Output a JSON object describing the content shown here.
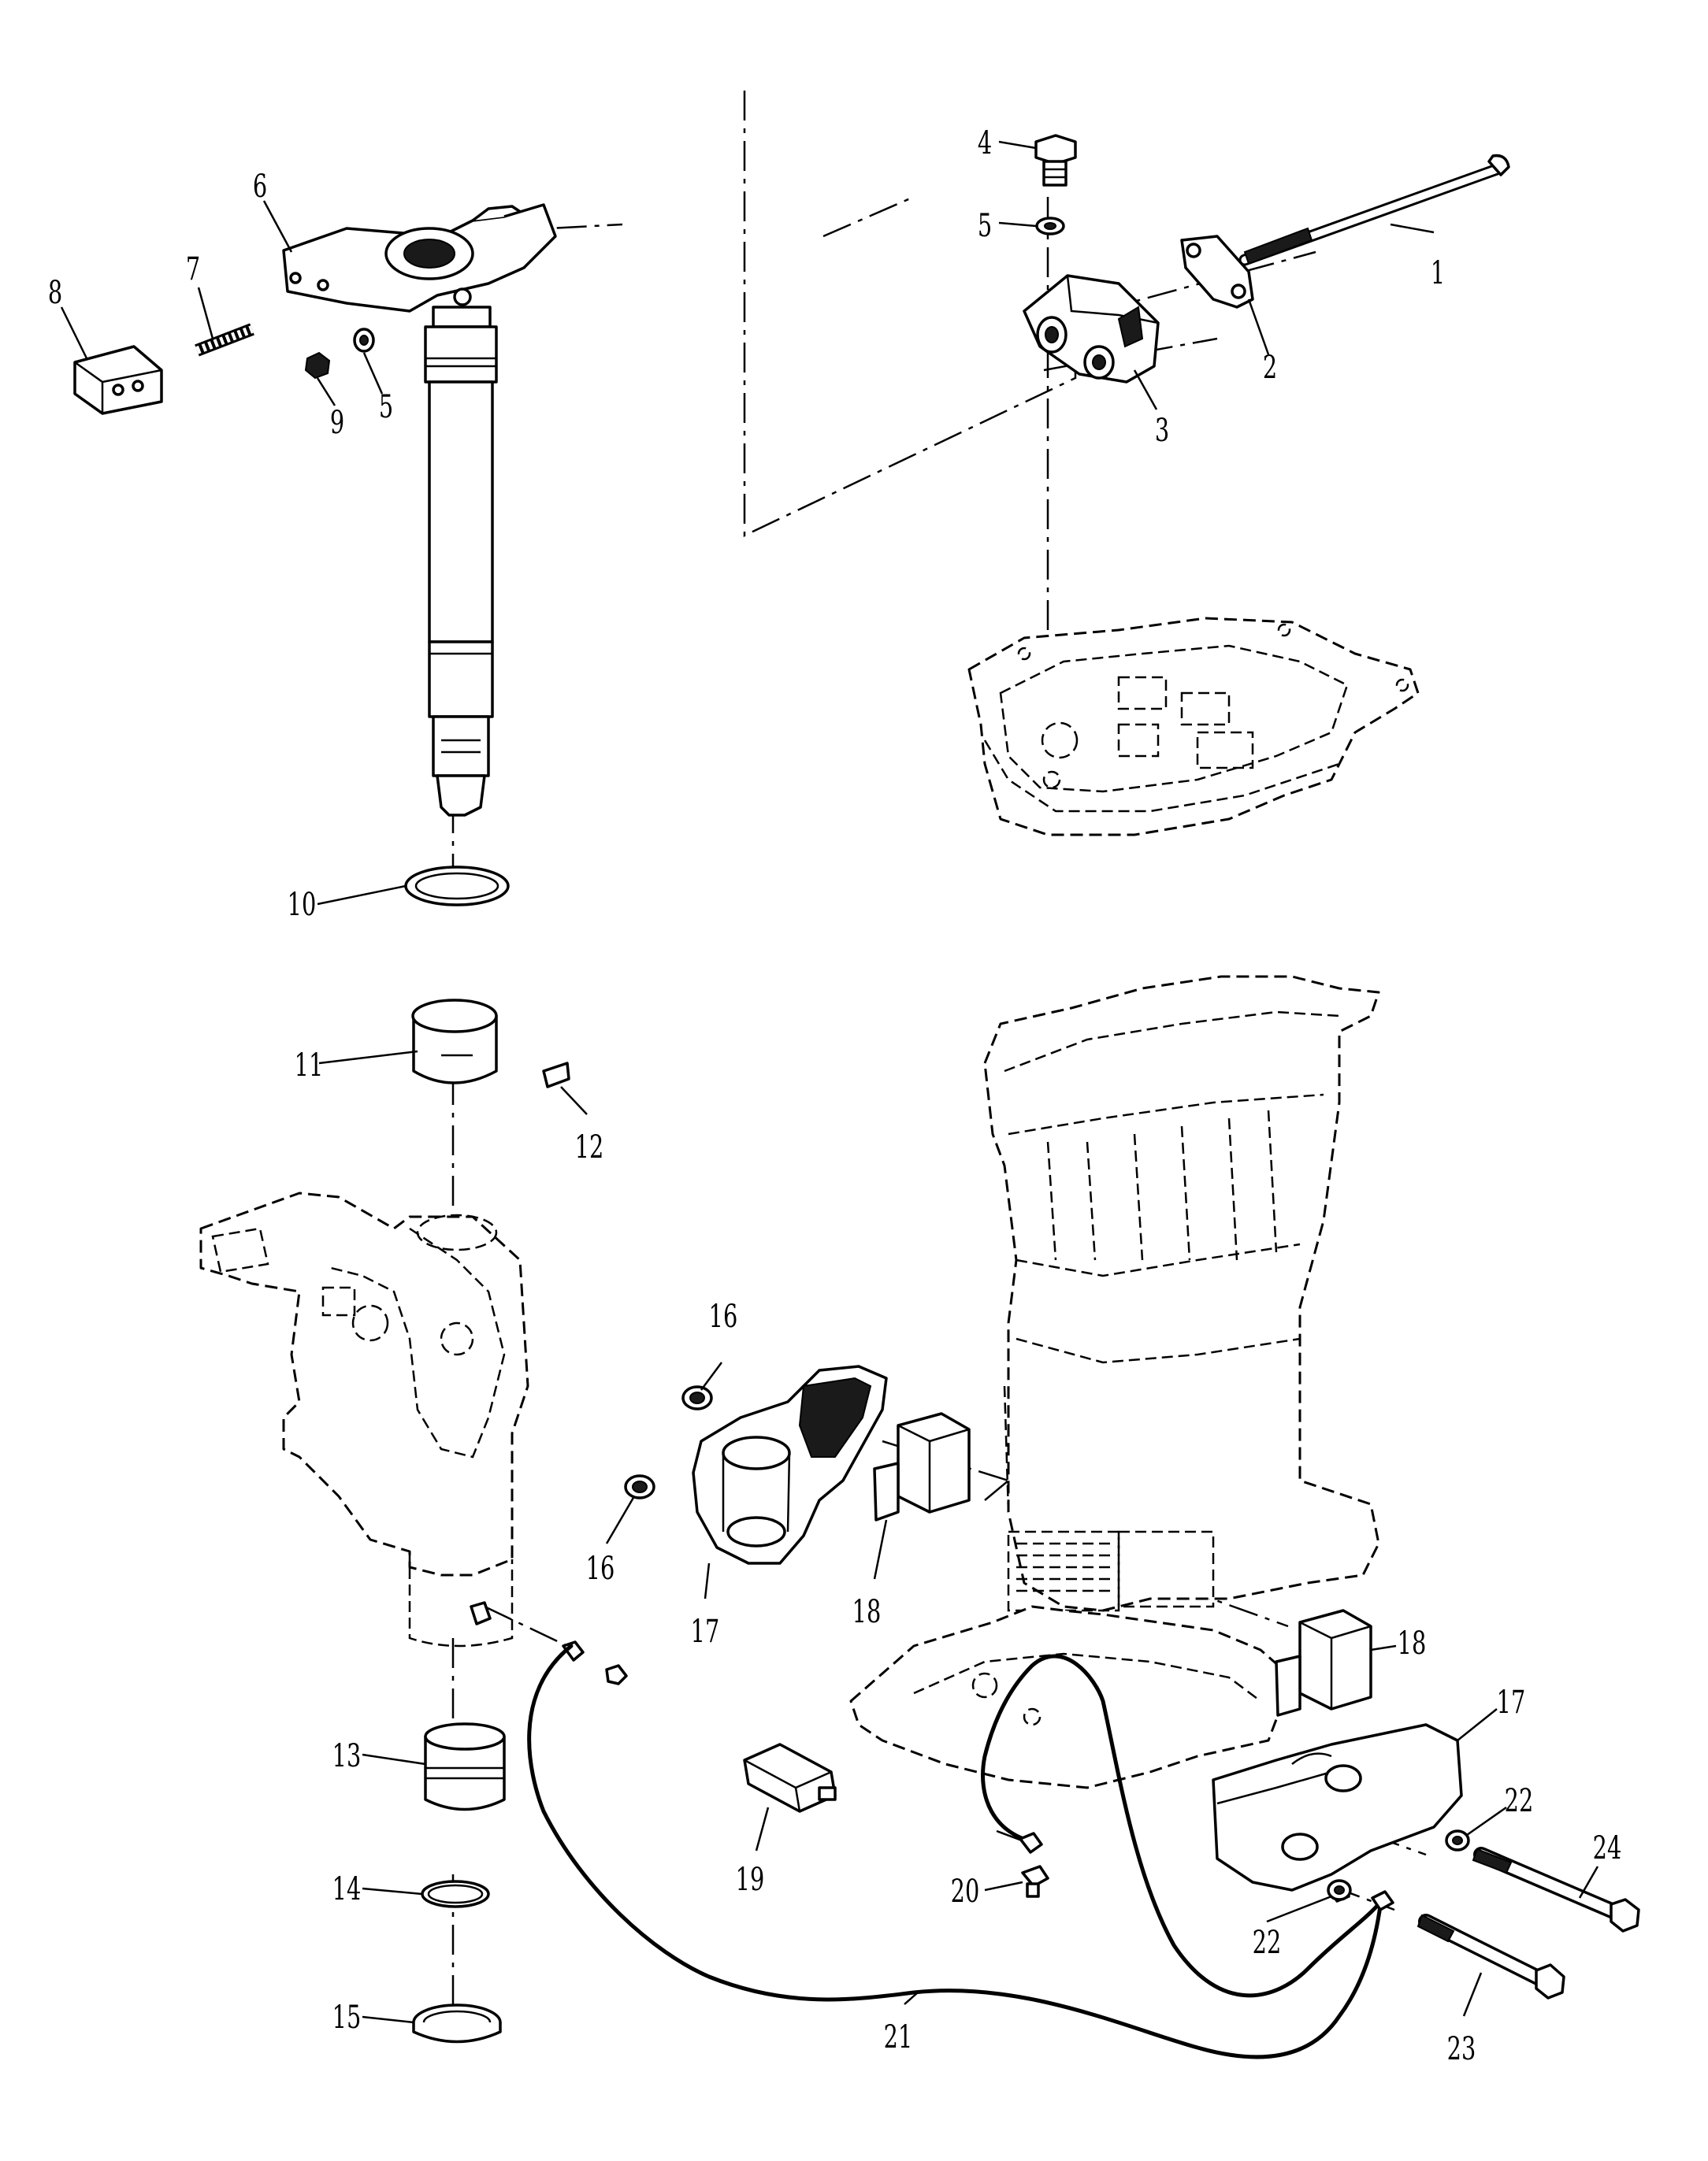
{
  "diagram": {
    "callouts": [
      {
        "id": "c1",
        "text": "1"
      },
      {
        "id": "c2",
        "text": "2"
      },
      {
        "id": "c3",
        "text": "3"
      },
      {
        "id": "c4",
        "text": "4"
      },
      {
        "id": "c5a",
        "text": "5"
      },
      {
        "id": "c5b",
        "text": "5"
      },
      {
        "id": "c6",
        "text": "6"
      },
      {
        "id": "c7",
        "text": "7"
      },
      {
        "id": "c8",
        "text": "8"
      },
      {
        "id": "c9",
        "text": "9"
      },
      {
        "id": "c10",
        "text": "10"
      },
      {
        "id": "c11",
        "text": "11"
      },
      {
        "id": "c12",
        "text": "12"
      },
      {
        "id": "c13",
        "text": "13"
      },
      {
        "id": "c14",
        "text": "14"
      },
      {
        "id": "c15",
        "text": "15"
      },
      {
        "id": "c16a",
        "text": "16"
      },
      {
        "id": "c16b",
        "text": "16"
      },
      {
        "id": "c17a",
        "text": "17"
      },
      {
        "id": "c17b",
        "text": "17"
      },
      {
        "id": "c18a",
        "text": "18"
      },
      {
        "id": "c18b",
        "text": "18"
      },
      {
        "id": "c19",
        "text": "19"
      },
      {
        "id": "c20",
        "text": "20"
      },
      {
        "id": "c21",
        "text": "21"
      },
      {
        "id": "c22a",
        "text": "22"
      },
      {
        "id": "c22b",
        "text": "22"
      },
      {
        "id": "c23",
        "text": "23"
      },
      {
        "id": "c24",
        "text": "24"
      }
    ]
  }
}
